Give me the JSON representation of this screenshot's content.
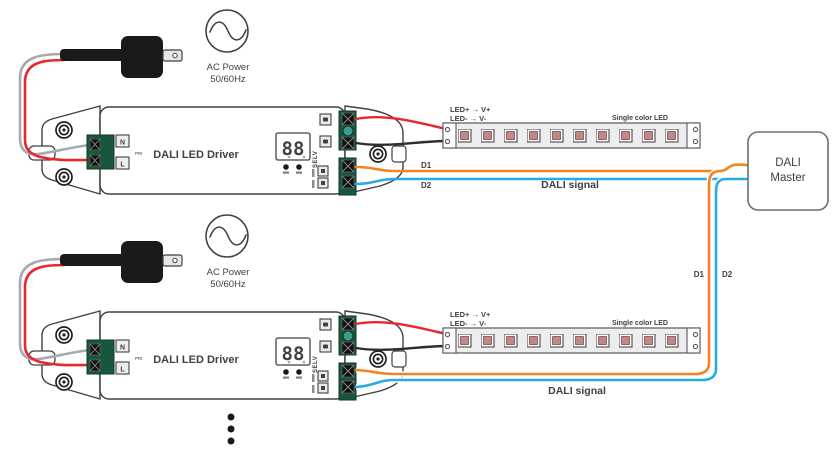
{
  "ac_power": {
    "line1": "AC Power",
    "line2": "50/60Hz"
  },
  "driver": {
    "label": "DALI LED Driver",
    "display": "88",
    "selv": "SELV",
    "terminal_n": "N",
    "terminal_l": "L",
    "pri": "PRI"
  },
  "led_strip": {
    "map_plus": "LED+ → V+",
    "map_minus": "LED- → V-",
    "type_label": "Single color LED"
  },
  "bus": {
    "d1": "D1",
    "d2": "D2",
    "signal": "DALI signal"
  },
  "master": {
    "line1": "DALI",
    "line2": "Master"
  },
  "colors": {
    "red": "#e8262d",
    "gray": "#a7a9ac",
    "black": "#2e2e30",
    "orange": "#f4831f",
    "blue": "#29abe2",
    "terminal_green": "#19573d",
    "selv_blue": "#2456c5",
    "outline": "#414042"
  }
}
